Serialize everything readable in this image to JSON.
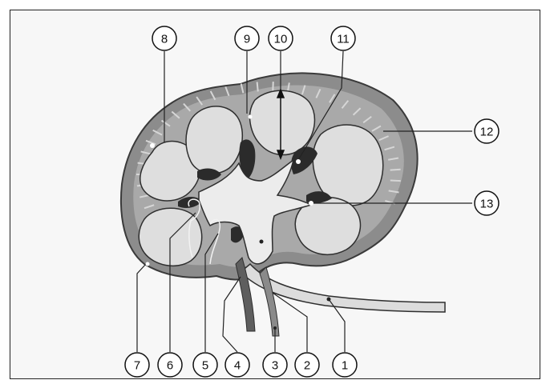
{
  "figure": {
    "labels": [
      {
        "id": "1",
        "text": "1"
      },
      {
        "id": "2",
        "text": "2"
      },
      {
        "id": "3",
        "text": "3"
      },
      {
        "id": "4",
        "text": "4"
      },
      {
        "id": "5",
        "text": "5"
      },
      {
        "id": "6",
        "text": "6"
      },
      {
        "id": "7",
        "text": "7"
      },
      {
        "id": "8",
        "text": "8"
      },
      {
        "id": "9",
        "text": "9"
      },
      {
        "id": "10",
        "text": "10"
      },
      {
        "id": "11",
        "text": "11"
      },
      {
        "id": "12",
        "text": "12"
      },
      {
        "id": "13",
        "text": "13"
      }
    ]
  }
}
